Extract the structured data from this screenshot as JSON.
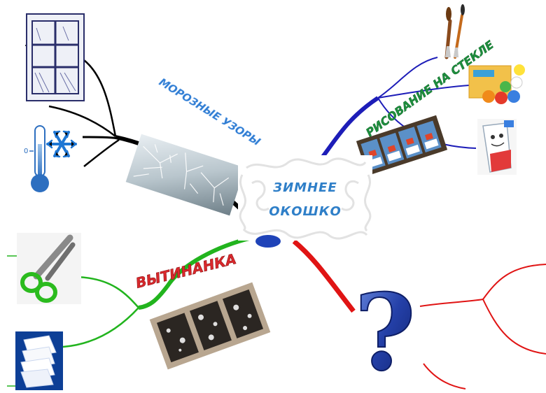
{
  "center": {
    "line1": "ЗИМНЕЕ",
    "line2": "ОКОШКО"
  },
  "branches": {
    "frost": {
      "label": "МОРОЗНЫЕ УЗОРЫ",
      "color": "#000000",
      "label_color": "#2d7bd2"
    },
    "painting": {
      "label": "РИСОВАНИЕ НА СТЕКЛЕ",
      "color": "#1d1db8",
      "label_color": "#1e8e3e"
    },
    "vytynanka": {
      "label": "ВЫТИНАНКА",
      "color": "#22b41e",
      "label_color": "#d9282c"
    },
    "question": {
      "label": "?",
      "color": "#e01414",
      "label_color": "#233c9e"
    }
  },
  "thermometer": {
    "scale_label": "0"
  },
  "icons": {
    "window": "window-icon",
    "thermometer": "thermometer-icon",
    "snowflake": "snowflake-icon",
    "frost_photo": "frost-photo",
    "scissors": "scissors-icon",
    "paper": "paper-stack-icon",
    "cutouts": "window-cutouts-photo",
    "brushes": "paintbrushes-icon",
    "paints": "paint-jars-icon",
    "toothpaste": "toothpaste-icon",
    "painted_windows": "painted-windows-photo",
    "question": "question-mark-icon"
  }
}
